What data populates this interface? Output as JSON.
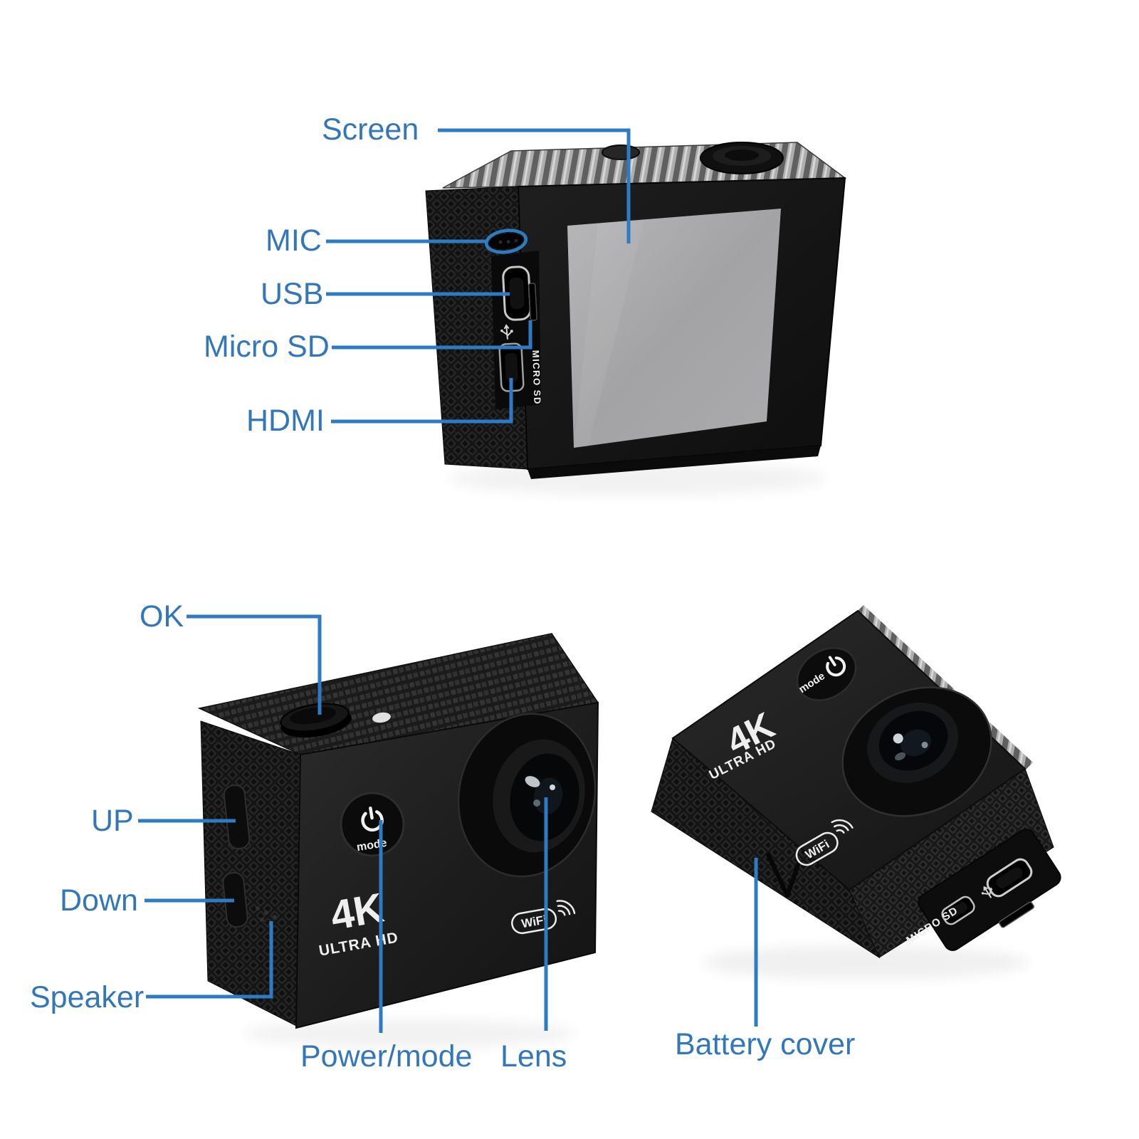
{
  "page": {
    "background": "#ffffff"
  },
  "style": {
    "label_color": "#3377b8",
    "line_color": "#2e7bc3"
  },
  "labels": {
    "screen": "Screen",
    "mic": "MIC",
    "usb": "USB",
    "micro_sd": "Micro SD",
    "hdmi": "HDMI",
    "ok": "OK",
    "up": "UP",
    "down": "Down",
    "speaker": "Speaker",
    "power_mode": "Power/mode",
    "lens": "Lens",
    "battery_cover": "Battery cover"
  },
  "markings": {
    "model": "4K",
    "model_subtitle": "ULTRA HD",
    "wifi": "WiFi",
    "mode_button": "mode",
    "micro_sd_slot": "MICRO SD"
  }
}
